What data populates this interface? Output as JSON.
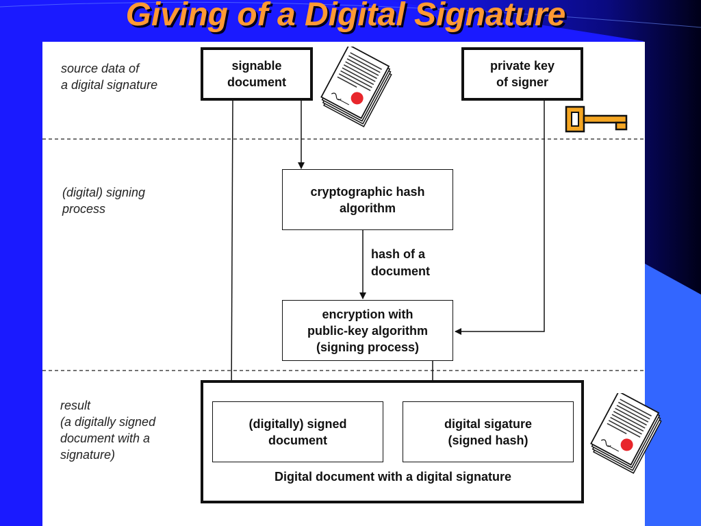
{
  "slide": {
    "title": "Giving of a Digital Signature",
    "colors": {
      "background": "#1a1aff",
      "title": "#ff9933",
      "accent_band": "#3366ff"
    }
  },
  "stages": {
    "source": "source data of\na digital signature",
    "process": "(digital) signing\nprocess",
    "result": "result\n(a digitally signed\ndocument with a\nsignature)"
  },
  "boxes": {
    "signable_document": "signable\ndocument",
    "private_key": "private key\nof signer",
    "hash_algorithm": "cryptographic hash\nalgorithm",
    "encryption": "encryption with\npublic-key algorithm\n(signing process)",
    "signed_document": "(digitally) signed\ndocument",
    "digital_signature": "digital sigature\n(signed hash)"
  },
  "labels": {
    "hash_of_document": "hash of a\ndocument",
    "result_caption": "Digital document with a digital signature"
  },
  "icons": [
    "document-stack-icon",
    "key-icon",
    "document-stack-icon"
  ]
}
